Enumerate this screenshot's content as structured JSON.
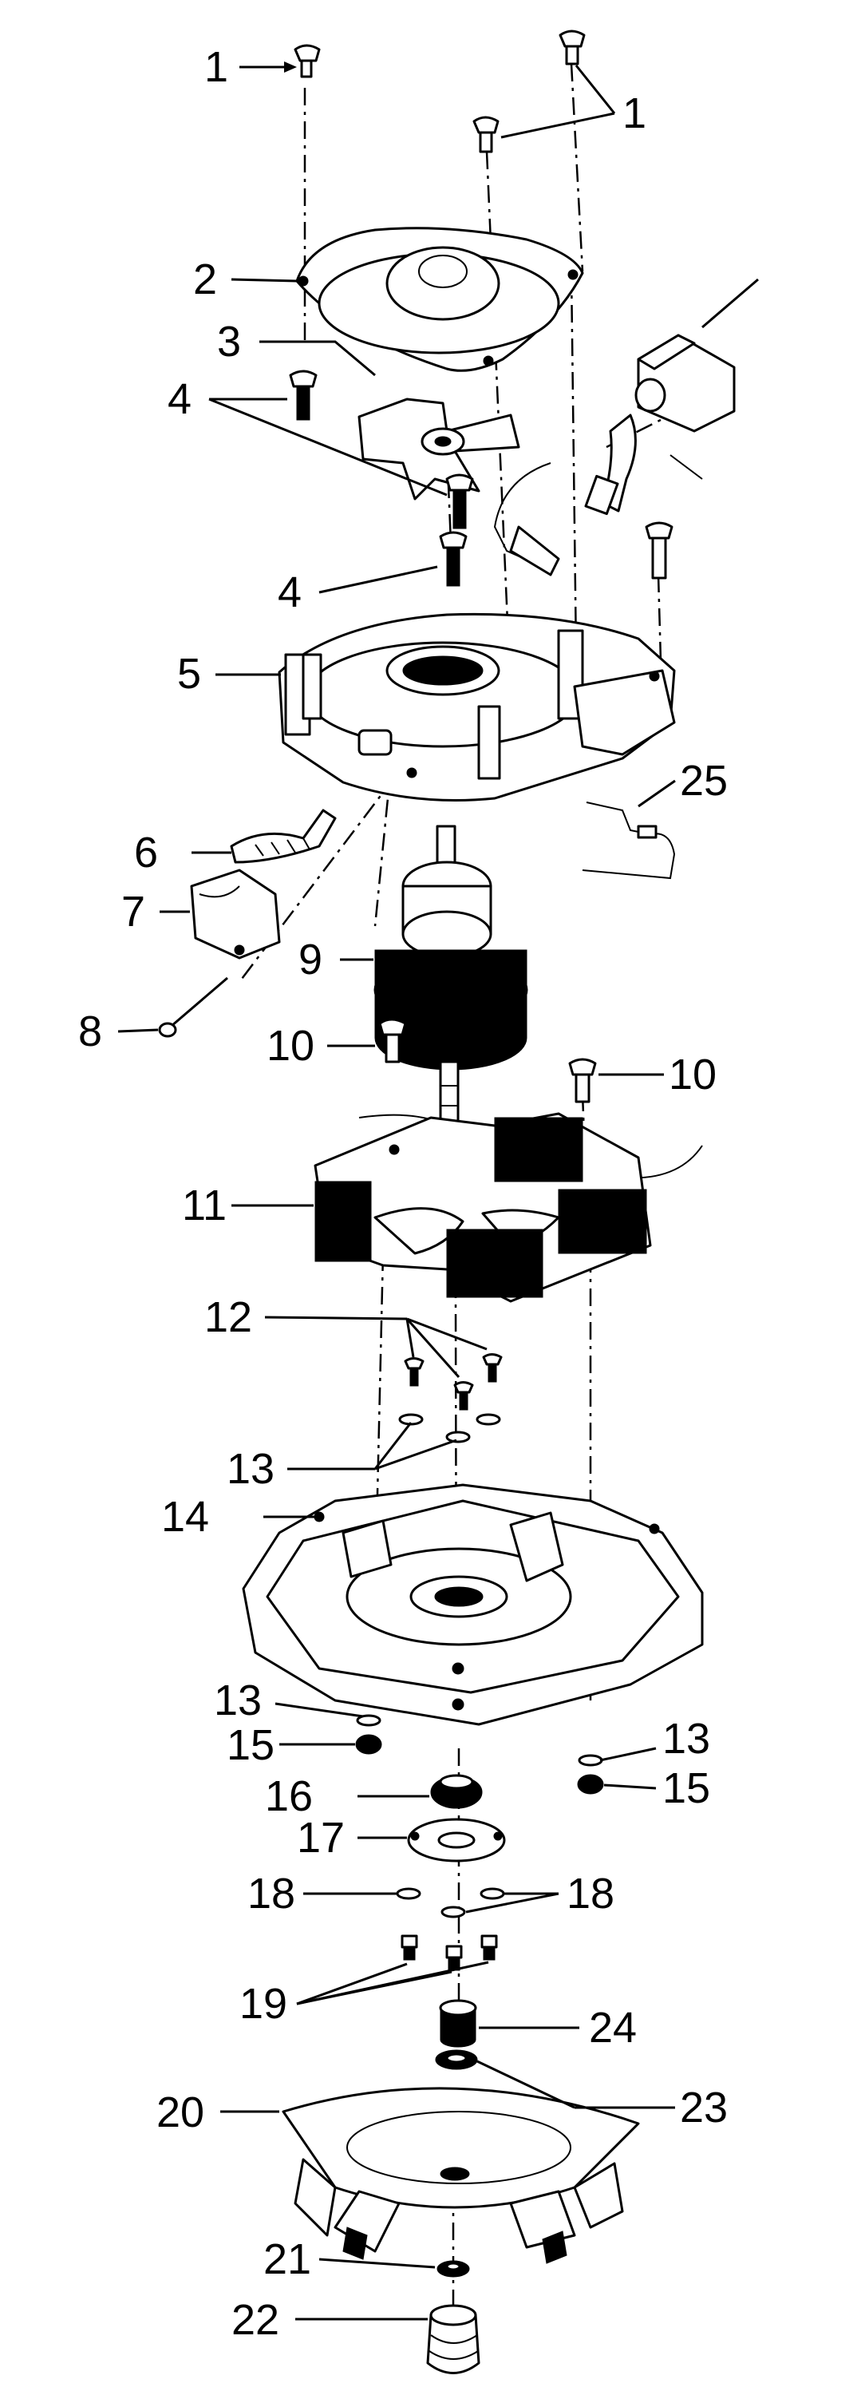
{
  "callouts": [
    {
      "id": "c1a",
      "text": "1"
    },
    {
      "id": "c1b",
      "text": "1"
    },
    {
      "id": "c2",
      "text": "2"
    },
    {
      "id": "c3",
      "text": "3"
    },
    {
      "id": "c4a",
      "text": "4"
    },
    {
      "id": "c4b",
      "text": "4"
    },
    {
      "id": "c5",
      "text": "5"
    },
    {
      "id": "c6",
      "text": "6"
    },
    {
      "id": "c7",
      "text": "7"
    },
    {
      "id": "c8",
      "text": "8"
    },
    {
      "id": "c9",
      "text": "9"
    },
    {
      "id": "c10a",
      "text": "10"
    },
    {
      "id": "c10b",
      "text": "10"
    },
    {
      "id": "c11",
      "text": "11"
    },
    {
      "id": "c12",
      "text": "12"
    },
    {
      "id": "c13a",
      "text": "13"
    },
    {
      "id": "c13b",
      "text": "13"
    },
    {
      "id": "c13c",
      "text": "13"
    },
    {
      "id": "c14",
      "text": "14"
    },
    {
      "id": "c15a",
      "text": "15"
    },
    {
      "id": "c15b",
      "text": "15"
    },
    {
      "id": "c16",
      "text": "16"
    },
    {
      "id": "c17",
      "text": "17"
    },
    {
      "id": "c18a",
      "text": "18"
    },
    {
      "id": "c18b",
      "text": "18"
    },
    {
      "id": "c19",
      "text": "19"
    },
    {
      "id": "c20",
      "text": "20"
    },
    {
      "id": "c21",
      "text": "21"
    },
    {
      "id": "c22",
      "text": "22"
    },
    {
      "id": "c23",
      "text": "23"
    },
    {
      "id": "c24",
      "text": "24"
    },
    {
      "id": "c25",
      "text": "25"
    }
  ]
}
